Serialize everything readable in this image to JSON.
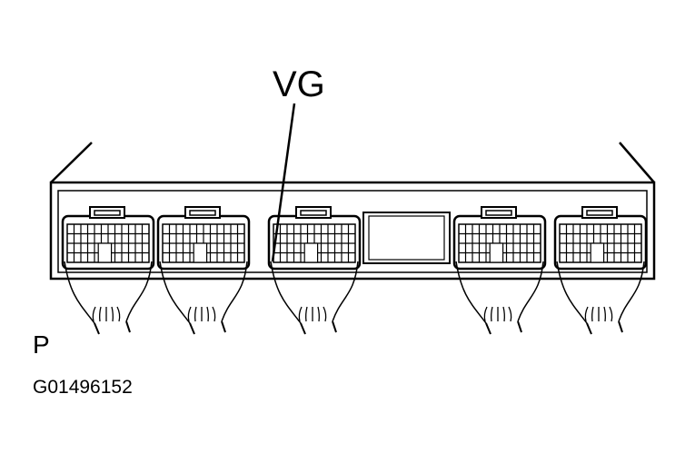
{
  "diagram": {
    "callout_label": "VG",
    "view_letter": "P",
    "figure_id": "G01496152"
  },
  "connectors": [
    {
      "name": "connector-1",
      "pin_callout": false
    },
    {
      "name": "connector-2",
      "pin_callout": false
    },
    {
      "name": "connector-3",
      "pin_callout": true
    },
    {
      "name": "connector-4",
      "pin_callout": false
    },
    {
      "name": "connector-5",
      "pin_callout": false
    }
  ],
  "colors": {
    "line": "#000000",
    "background": "#ffffff"
  }
}
